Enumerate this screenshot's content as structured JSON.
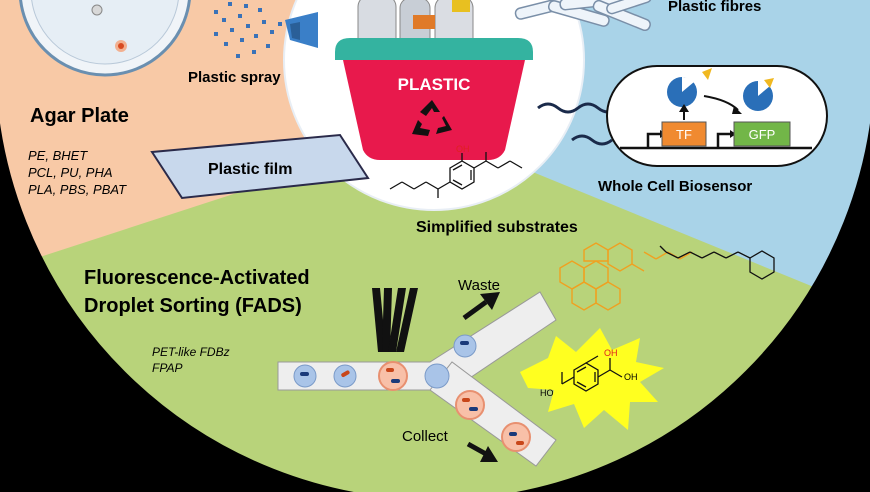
{
  "agar": {
    "title": "Agar Plate",
    "substrates": [
      "PE, BHET",
      "PCL, PU, PHA",
      "PLA, PBS, PBAT"
    ]
  },
  "spray": {
    "label": "Plastic spray"
  },
  "film": {
    "label": "Plastic film"
  },
  "fibres": {
    "label": "Plastic fibres"
  },
  "bin": {
    "label": "PLASTIC"
  },
  "simplified": {
    "label": "Simplified substrates",
    "oh_label": "OH"
  },
  "biosensor": {
    "label": "Whole Cell Biosensor",
    "tf_label": "TF",
    "gfp_label": "GFP"
  },
  "fads": {
    "title_line1": "Fluorescence-Activated",
    "title_line2": "Droplet Sorting (FADS)",
    "substrates": [
      "PET-like FDBz",
      "FPAP"
    ],
    "waste_label": "Waste",
    "collect_label": "Collect",
    "product_labels": {
      "ho": "HO",
      "oh_top": "OH",
      "oh_right": "OH"
    }
  },
  "colors": {
    "agar_bg": "#f8c9a6",
    "fibre_bg": "#a9d3e8",
    "fads_bg": "#b8d37a",
    "center_bg": "#ffffff",
    "bin_red": "#e8194c",
    "bin_teal": "#34b3a0",
    "tf_orange": "#f08a30",
    "gfp_green": "#72b648",
    "probe_orange": "#f0a020",
    "flash_yellow": "#ffff20"
  }
}
